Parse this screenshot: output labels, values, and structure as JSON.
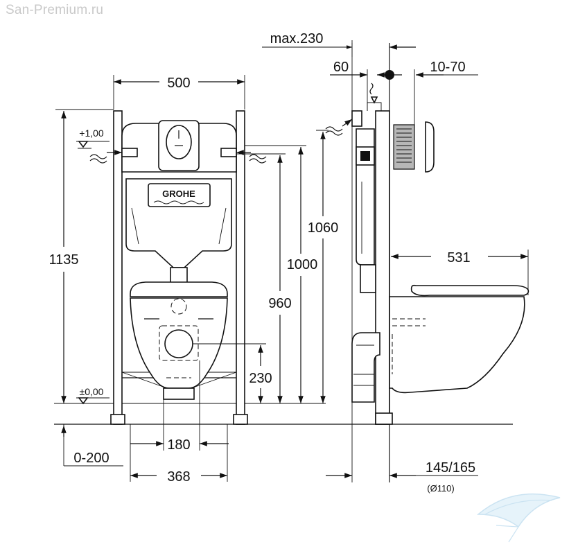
{
  "watermark": "San-Premium.ru",
  "brand_logo": "GROHE",
  "dimensions": {
    "frame_width": "500",
    "total_height": "1135",
    "flush_height": "1060",
    "inlet_height": "1000",
    "fixing_height": "960",
    "outlet_height": "230",
    "outlet_spacing": "180",
    "bowl_width": "368",
    "floor_range": "0-200",
    "wall_max": "max.230",
    "side_offset": "60",
    "wall_range": "10-70",
    "bowl_depth": "531",
    "outlet_depth": "145/165",
    "pipe_diameter": "(Ø110)"
  },
  "levels": {
    "top_mark": "+1,00",
    "zero_mark": "±0,00"
  },
  "colors": {
    "line": "#111111",
    "watermark": "#c9c9c9",
    "logo_accent": "#a9d2ea"
  },
  "icons": [
    "level-marker-icon",
    "water-inlet-icon",
    "grohe-logo-icon",
    "watermark-logo-icon"
  ]
}
